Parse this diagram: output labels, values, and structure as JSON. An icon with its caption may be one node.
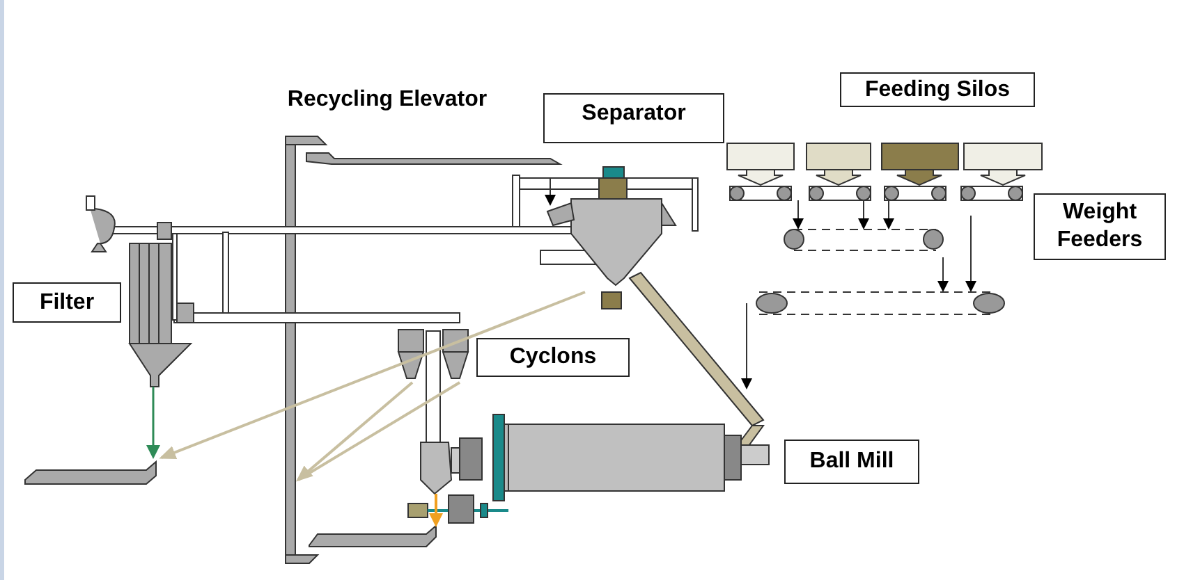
{
  "diagram": {
    "nodes": [
      {
        "text": [
          "Separator"
        ]
      },
      {
        "text": [
          "Feeding Silos"
        ]
      },
      {
        "text": [
          "Weight Feeders"
        ]
      },
      {
        "text": [
          "Filter"
        ]
      },
      {
        "text": [
          "Cyclons"
        ]
      },
      {
        "text": [
          "Ball Mill"
        ]
      }
    ],
    "labels": [
      "Recycling Elevator"
    ]
  }
}
